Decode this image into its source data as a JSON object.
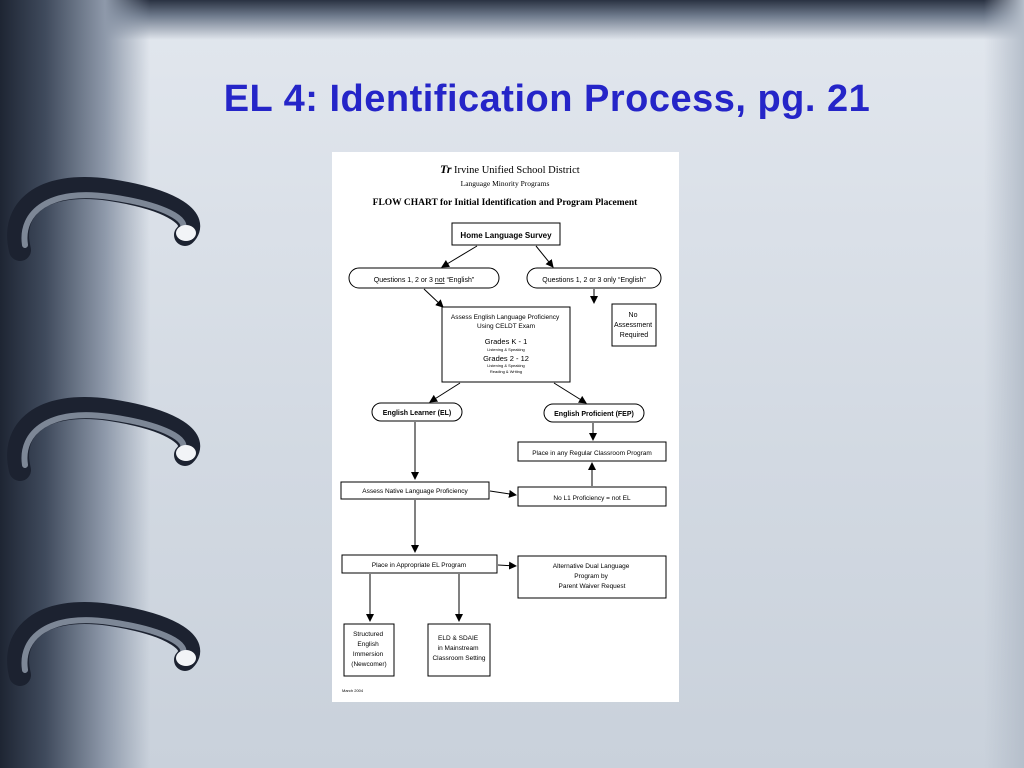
{
  "slide": {
    "title": "EL 4:  Identification Process, pg. 21"
  },
  "document": {
    "district": "Irvine Unified School District",
    "department": "Language Minority Programs",
    "heading": "FLOW CHART for Initial Identification and Program Placement",
    "footer_date": "March 2004",
    "nodes": {
      "home_survey": "Home Language Survey",
      "q_not_english_pre": "Questions 1, 2 or 3 ",
      "q_not_english_not": "not",
      "q_not_english_post": " “English”",
      "q_only_english": "Questions 1, 2 or 3 only “English”",
      "no_assessment": [
        "No",
        "Assessment",
        "Required"
      ],
      "assess_lines": [
        "Assess English Language Proficiency",
        "Using CELDT Exam"
      ],
      "grades_k1": "Grades K - 1",
      "grades_k1_sub": "Listening & Speaking",
      "grades_212": "Grades 2 - 12",
      "grades_212_sub1": "Listening & Speaking",
      "grades_212_sub2": "Reading & Writing",
      "english_learner": "English Learner (EL)",
      "english_proficient": "English Proficient (FEP)",
      "regular_program": "Place in any Regular Classroom Program",
      "assess_native": "Assess Native Language Proficiency",
      "no_l1": "No L1 Proficiency = not EL",
      "place_el": "Place in Appropriate EL Program",
      "alt_dual": [
        "Alternative Dual Language",
        "Program by",
        "Parent Waiver Request"
      ],
      "structured": [
        "Structured",
        "English",
        "Immersion",
        "(Newcomer)"
      ],
      "eld_sdaie": [
        "ELD & SDAIE",
        "in Mainstream",
        "Classroom Setting"
      ]
    }
  }
}
